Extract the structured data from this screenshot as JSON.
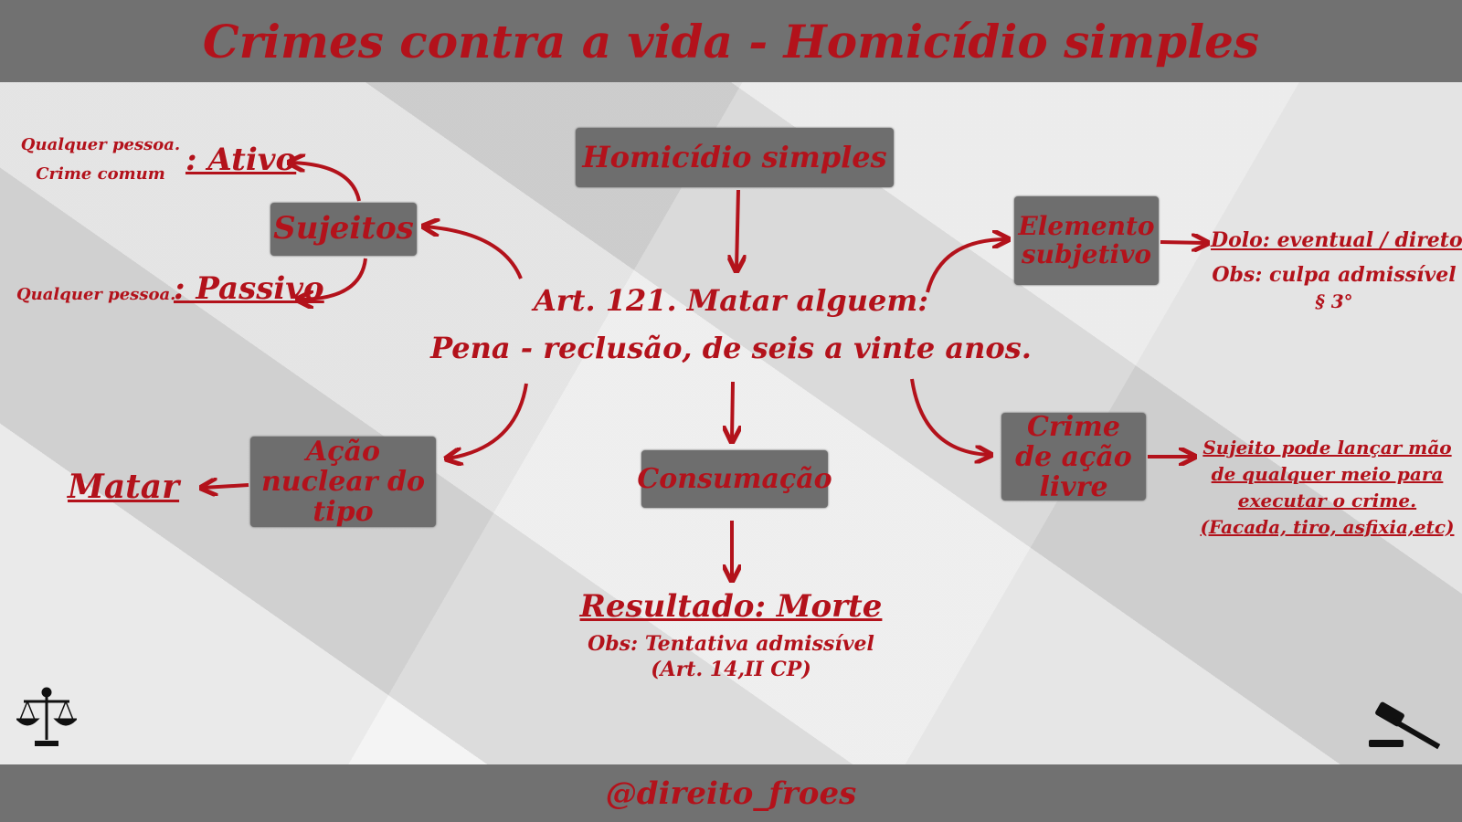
{
  "title": "Crimes contra a vida - Homicídio simples",
  "footer": "@direito_froes",
  "center": {
    "box": "Homicídio simples",
    "line1": "Art. 121. Matar alguem:",
    "line2": "Pena - reclusão, de seis a vinte anos."
  },
  "sujeitos": {
    "box": "Sujeitos",
    "ativo": ": Ativo",
    "ativo_note1": "Qualquer pessoa.",
    "ativo_note2": "Crime comum",
    "passivo": ": Passivo",
    "passivo_note": "Qualquer pessoa."
  },
  "elemento": {
    "box": "Elemento subjetivo",
    "line1": "Dolo: eventual / direto",
    "line2": "Obs: culpa admissível",
    "line3": "§ 3°"
  },
  "acao_livre": {
    "box": "Crime de ação livre",
    "lines": [
      "Sujeito pode lançar mão",
      "de qualquer meio para",
      "executar o crime.",
      "(Facada, tiro, asfixia,etc)"
    ]
  },
  "acao_nuclear": {
    "box": "Ação nuclear do tipo",
    "result": "Matar"
  },
  "consumacao": {
    "box": "Consumação",
    "result": "Resultado: Morte",
    "obs1": "Obs: Tentativa admissível",
    "obs2": "(Art. 14,II CP)"
  },
  "icons": [
    "scales-of-justice-icon",
    "gavel-icon"
  ],
  "colors": {
    "accent": "#b3121b",
    "bar": "#717171"
  }
}
